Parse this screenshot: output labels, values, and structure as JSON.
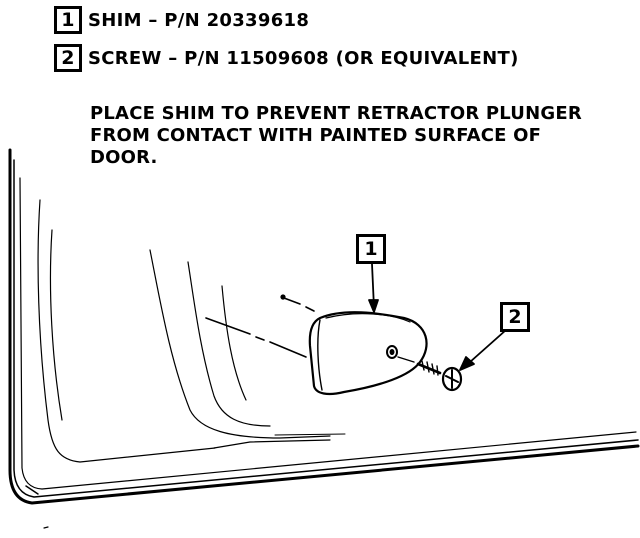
{
  "legend": [
    {
      "number": "1",
      "text": "SHIM – P/N 20339618"
    },
    {
      "number": "2",
      "text": "SCREW – P/N 11509608 (OR EQUIVALENT)"
    }
  ],
  "note": {
    "line1": "PLACE SHIM TO PREVENT RETRACTOR PLUNGER",
    "line2": "FROM CONTACT WITH PAINTED SURFACE OF",
    "line3": "DOOR."
  },
  "callouts": {
    "shim": "1",
    "screw": "2"
  }
}
